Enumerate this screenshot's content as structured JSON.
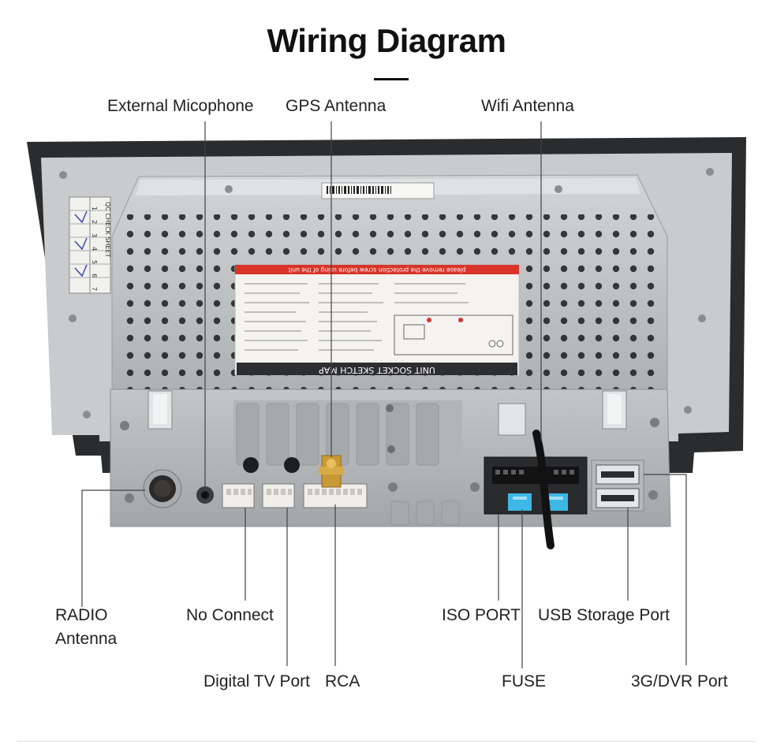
{
  "title": "Wiring Diagram",
  "labels": {
    "external_microphone": "External Micophone",
    "gps_antenna": "GPS Antenna",
    "wifi_antenna": "Wifi Antenna",
    "radio_antenna_line1": "RADIO",
    "radio_antenna_line2": "Antenna",
    "no_connect": "No Connect",
    "digital_tv_port": "Digital TV Port",
    "rca": "RCA",
    "iso_port": "ISO PORT",
    "fuse": "FUSE",
    "usb_storage_port": "USB Storage Port",
    "dvr_port": "3G/DVR Port"
  },
  "sticker": {
    "header": "UNIT SOCKET SKETCH MAP",
    "notice": "please remove the protection screw before using of the unit"
  },
  "qc_sheet": {
    "title": "QC CHECK SHEET",
    "numbers": [
      "1",
      "2",
      "3",
      "4",
      "5",
      "6",
      "7"
    ]
  },
  "colors": {
    "panel_gray": "#c9cbcc",
    "chassis_gray": "#b9bcbe",
    "bezel_black": "#2a2c2e",
    "sticker_red": "#d8342a",
    "fuse_blue": "#3cb7e6",
    "guide_line": "#444444"
  }
}
